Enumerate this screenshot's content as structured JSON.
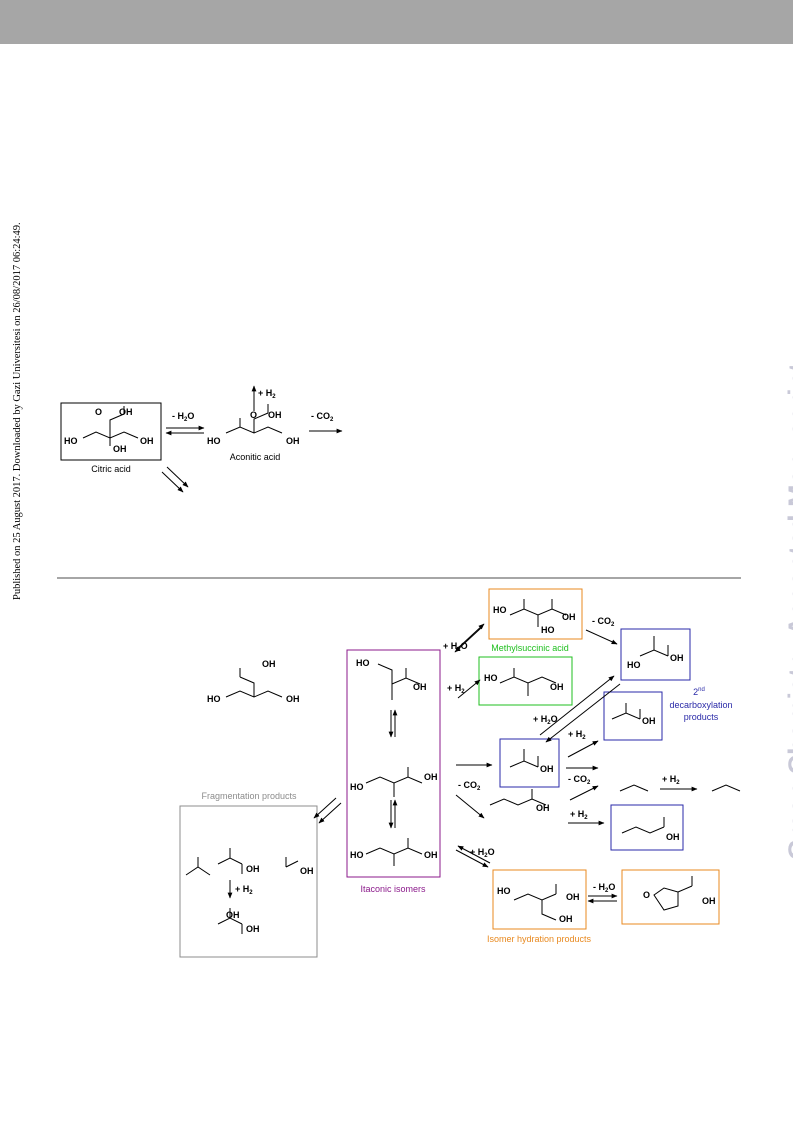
{
  "header": {
    "sidebar_text": "Published on 25 August 2017. Downloaded by Gazi Universitesi on 26/08/2017 06:24:49."
  },
  "watermark": {
    "text": "Green Chemistry Accepted Manuscript"
  },
  "labels": {
    "citric_acid": "Citric acid",
    "aconitic_acid": "Aconitic acid",
    "fragmentation": "Fragmentation products",
    "itaconic_isomers": "Itaconic isomers",
    "methylsuccinic_acid": "Methylsuccinic acid",
    "decarboxylation_2nd_sup": "nd",
    "decarboxylation_2nd_num": "2",
    "decarboxylation_line2": "decarboxylation",
    "decarboxylation_line3": "products",
    "isomer_hydration": "Isomer hydration products"
  },
  "conditions": {
    "minus_h2o": "- H",
    "h2o_sub": "2",
    "h2o_o": "O",
    "minus_co2": "- CO",
    "plus_h2": "+ H",
    "plus_h2o": "+ H"
  },
  "atoms": {
    "oh": "OH",
    "ho": "HO",
    "o": "O"
  },
  "colors": {
    "band": "#a6a6a6",
    "watermark": "#c9c9d8",
    "fragmentation": "#8c8c8c",
    "itaconic": "#8b1a8b",
    "methylsuccinic": "#1fbf1f",
    "decarboxylation": "#2a2aa8",
    "hydration": "#e8891f",
    "black": "#000000"
  }
}
